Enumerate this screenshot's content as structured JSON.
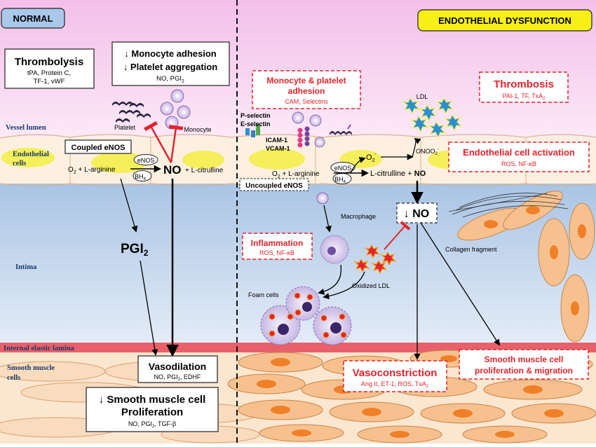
{
  "panels": {
    "normal_label": "NORMAL",
    "dysfunction_label": "ENDOTHELIAL DYSFUNCTION"
  },
  "layers": {
    "lumen": "Vessel lumen",
    "endothelial_1": "Endothelial",
    "endothelial_2": "cells",
    "intima": "Intima",
    "iel": "Internal elastic lamina",
    "smc_1": "Smooth muscle",
    "smc_2": "cells"
  },
  "normal": {
    "thrombolysis": {
      "title": "Thrombolysis",
      "line1": "tPA, Protein C,",
      "line2": "TF-1, vWF"
    },
    "adhesion": {
      "line1": "↓ Monocyte adhesion",
      "line2": "↓ Platelet aggregation",
      "sub": "NO, PGI",
      "sub_sub": "2"
    },
    "platelet_label": "Platelet",
    "monocyte_label": "Monocyte",
    "coupled_enos": "Coupled eNOS",
    "enos": "eNOS",
    "bh4": "BH",
    "bh4_sub": "4",
    "o2_arg": "O",
    "o2_arg_sub": "2",
    "o2_arg_rest": " + L-arginine",
    "no": "NO",
    "citrulline": "+ L-citrulline",
    "pgi2": "PGI",
    "pgi2_sub": "2",
    "vasodilation": {
      "title": "Vasodilation",
      "sub": "NO, PGI",
      "sub_sub": "2",
      "sub_rest": ", EDHF"
    },
    "proliferation": {
      "line1": "↓ Smooth muscle cell",
      "line2": "Proliferation",
      "sub": "NO, PGI",
      "sub_sub": "2",
      "sub_rest": ", TGF-β"
    }
  },
  "dysfunction": {
    "mono_plt": {
      "line1": "Monocyte & platelet",
      "line2": "adhesion",
      "sub": "CAM, Selectins"
    },
    "p_selectin": "P-selectin",
    "e_selectin": "E-selectin",
    "icam": "ICAM-1",
    "vcam": "VCAM-1",
    "ldl": "LDL",
    "thrombosis": {
      "title": "Thrombosis",
      "sub": "PAI-1, TF, TxA",
      "sub_sub": "2"
    },
    "superoxide": "O",
    "superoxide_sub": "2",
    "superoxide_sup": "-",
    "peroxynitrite": "ONOO",
    "peroxynitrite_sub": "2",
    "peroxynitrite_sup": "-",
    "activation": {
      "title": "Endothelial cell activation",
      "sub": "ROS, NF-κB"
    },
    "enos": "eNOS",
    "bh4": "BH",
    "bh4_sub": "4",
    "o2_arg": "O",
    "o2_arg_sub": "2",
    "o2_arg_rest": " + L-arginine",
    "citrulline": "L-citrulline + ",
    "citrulline_no": "NO",
    "uncoupled": "Uncoupled eNOS",
    "macrophage": "Macrophage",
    "down_no": "↓ NO",
    "collagen": "Collagen fragment",
    "inflammation": {
      "title": "Inflammation",
      "sub": "ROS, NF-κB"
    },
    "oxidized_ldl": "Oxidized LDL",
    "foam_cells": "Foam cells",
    "vasoconstriction": {
      "title": "Vasoconstriction",
      "sub": "Ang II, ET-1, ROS, TxA",
      "sub_sub": "2"
    },
    "smc_prolif": {
      "line1": "Smooth muscle cell",
      "line2": "proliferation & migration"
    }
  },
  "colors": {
    "lumen_top": "#f6c6ef",
    "lumen_bottom": "#fbe8f7",
    "endothelium": "#fdf1e2",
    "nucleus_yellow": "#f4ef5a",
    "intima_top": "#a8c4e4",
    "intima_bottom": "#dfe9f6",
    "iel": "#e8606a",
    "smc": "#f6c18f",
    "smc_nucleus": "#ef8028",
    "red": "#e3232b",
    "normal_badge": "#a9c8ea",
    "dysfunction_badge": "#f7f016",
    "ldl_blue": "#2a8fcf",
    "macrophage": "#6b4fa0"
  }
}
